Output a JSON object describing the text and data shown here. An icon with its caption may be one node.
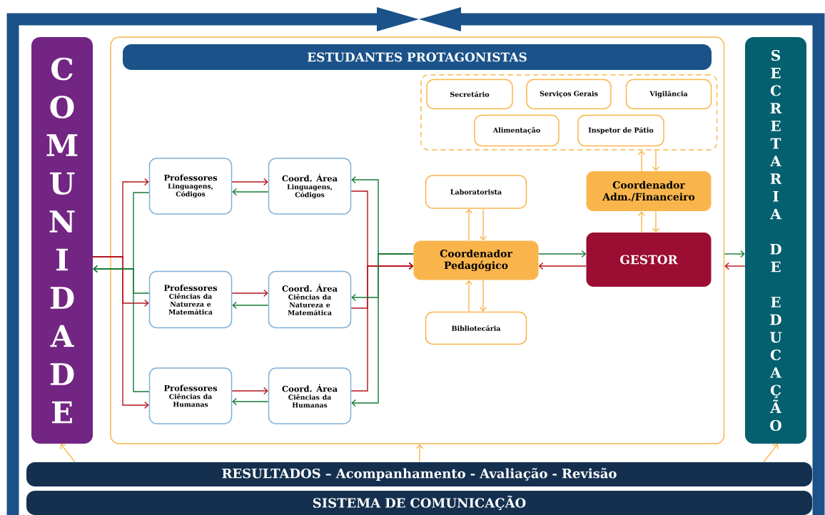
{
  "diagram": {
    "nodes": [
      {
        "text": [
          "COMUNIDADE"
        ]
      },
      {
        "text": [],
        "shape": "box"
      },
      {
        "text": [
          "ESTUDANTES PROTAGONISTAS"
        ],
        "in": 1
      },
      {
        "text": [],
        "shape": "box",
        "in": 1
      },
      {
        "text": [
          "Secretário"
        ],
        "in": 3
      },
      {
        "text": [
          "Serviços Gerais"
        ],
        "in": 3
      },
      {
        "text": [
          "Vigilância"
        ],
        "in": 3
      },
      {
        "text": [
          "Alimentação"
        ],
        "in": 3
      },
      {
        "text": [
          "Inspetor de Pátio"
        ],
        "in": 3
      },
      {
        "text": [
          "Professores",
          "Linguagens, Códigos"
        ],
        "in": 1
      },
      {
        "text": [
          "Coord. Área",
          "Linguagens, Códigos"
        ],
        "in": 1
      },
      {
        "text": [
          "Laboratorista"
        ],
        "in": 1
      },
      {
        "text": [
          "Coordenador Adm./Financeiro"
        ],
        "in": 1
      },
      {
        "text": [
          "Coordenador Pedagógico"
        ],
        "in": 1
      },
      {
        "text": [
          "GESTOR"
        ],
        "in": 1
      },
      {
        "text": [
          "Professores",
          "Ciências da Natureza e Matemática"
        ],
        "in": 1
      },
      {
        "text": [
          "Coord. Área",
          "Ciências da Natureza e Matemática"
        ],
        "in": 1
      },
      {
        "text": [
          "Bibliotecária"
        ],
        "in": 1
      },
      {
        "text": [
          "Professores",
          "Ciências da Humanas"
        ],
        "in": 1
      },
      {
        "text": [
          "Coord. Área",
          "Ciências da Humanas"
        ],
        "in": 1
      },
      {
        "text": [
          "SECRETARIA DE EDUCAÇÃO"
        ]
      },
      {
        "text": [
          "RESULTADOS – Acompanhamento - Avaliação - Revisão"
        ]
      },
      {
        "text": [
          "SISTEMA DE COMUNICAÇÃO"
        ]
      }
    ],
    "edges": [
      {
        "from": 0,
        "to": 9,
        "arrow": "to",
        "color": "#b5121b"
      },
      {
        "from": 0,
        "to": 15,
        "arrow": "to",
        "color": "#b5121b"
      },
      {
        "from": 0,
        "to": 18,
        "arrow": "to",
        "color": "#b5121b"
      },
      {
        "from": 9,
        "to": 0,
        "arrow": "to",
        "color": "#157a33"
      },
      {
        "from": 15,
        "to": 0,
        "arrow": "to",
        "color": "#157a33"
      },
      {
        "from": 18,
        "to": 0,
        "arrow": "to",
        "color": "#157a33"
      },
      {
        "from": 9,
        "to": 10,
        "arrow": "to",
        "color": "#b5121b"
      },
      {
        "from": 10,
        "to": 9,
        "arrow": "to",
        "color": "#157a33"
      },
      {
        "from": 15,
        "to": 16,
        "arrow": "to",
        "color": "#b5121b"
      },
      {
        "from": 16,
        "to": 15,
        "arrow": "to",
        "color": "#157a33"
      },
      {
        "from": 18,
        "to": 19,
        "arrow": "to",
        "color": "#b5121b"
      },
      {
        "from": 19,
        "to": 18,
        "arrow": "to",
        "color": "#157a33"
      },
      {
        "from": 10,
        "to": 13,
        "arrow": "to",
        "color": "#b5121b"
      },
      {
        "from": 16,
        "to": 13,
        "arrow": "to",
        "color": "#b5121b"
      },
      {
        "from": 19,
        "to": 13,
        "arrow": "to",
        "color": "#b5121b"
      },
      {
        "from": 13,
        "to": 10,
        "arrow": "to",
        "color": "#157a33"
      },
      {
        "from": 13,
        "to": 16,
        "arrow": "to",
        "color": "#157a33"
      },
      {
        "from": 13,
        "to": 19,
        "arrow": "to",
        "color": "#157a33"
      },
      {
        "from": 13,
        "to": 14,
        "arrow": "to",
        "color": "#157a33"
      },
      {
        "from": 14,
        "to": 13,
        "arrow": "to",
        "color": "#b5121b"
      },
      {
        "from": 1,
        "to": 20,
        "arrow": "to",
        "color": "#157a33"
      },
      {
        "from": 20,
        "to": 1,
        "arrow": "to",
        "color": "#b5121b"
      },
      {
        "from": 13,
        "to": 11,
        "arrow": "to",
        "color": "#f9b54c"
      },
      {
        "from": 11,
        "to": 13,
        "arrow": "to",
        "color": "#f9b54c"
      },
      {
        "from": 17,
        "to": 13,
        "arrow": "to",
        "color": "#f9b54c"
      },
      {
        "from": 13,
        "to": 17,
        "arrow": "to",
        "color": "#f9b54c"
      },
      {
        "from": 12,
        "to": 3,
        "arrow": "to",
        "color": "#f9b54c"
      },
      {
        "from": 3,
        "to": 12,
        "arrow": "to",
        "color": "#f9b54c"
      },
      {
        "from": 14,
        "to": 12,
        "arrow": "to",
        "color": "#f9b54c"
      },
      {
        "from": 12,
        "to": 14,
        "arrow": "to",
        "color": "#f9b54c"
      },
      {
        "from": 21,
        "to": 0,
        "arrow": "to",
        "color": "#f9b54c"
      },
      {
        "from": 21,
        "to": 1,
        "arrow": "to",
        "color": "#f9b54c"
      },
      {
        "from": 21,
        "to": 20,
        "arrow": "to",
        "color": "#f9b54c"
      }
    ]
  }
}
